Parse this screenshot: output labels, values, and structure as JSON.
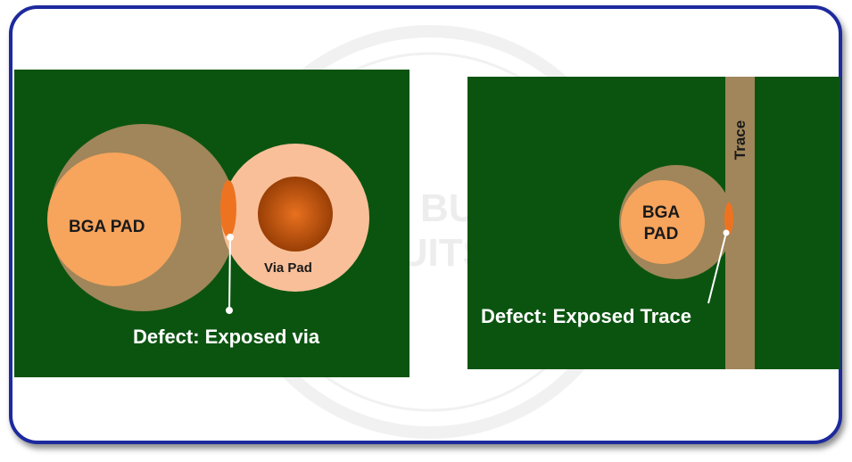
{
  "watermark": {
    "line1": "BLIND BURIED",
    "line2": "CIRCUITS Inc"
  },
  "left_panel": {
    "bga_label": "BGA PAD",
    "via_label": "Via Pad",
    "defect_label": "Defect: Exposed via"
  },
  "right_panel": {
    "bga_label_line1": "BGA",
    "bga_label_line2": "PAD",
    "trace_label": "Trace",
    "defect_label": "Defect: Exposed Trace"
  },
  "colors": {
    "board": "#0b5410",
    "mask": "#a0865a",
    "pad": "#f7a45c",
    "via_ring": "#f9bf99",
    "via_hole": "#a8480a",
    "defect": "#ee7320",
    "frame": "#1d2a9e"
  }
}
